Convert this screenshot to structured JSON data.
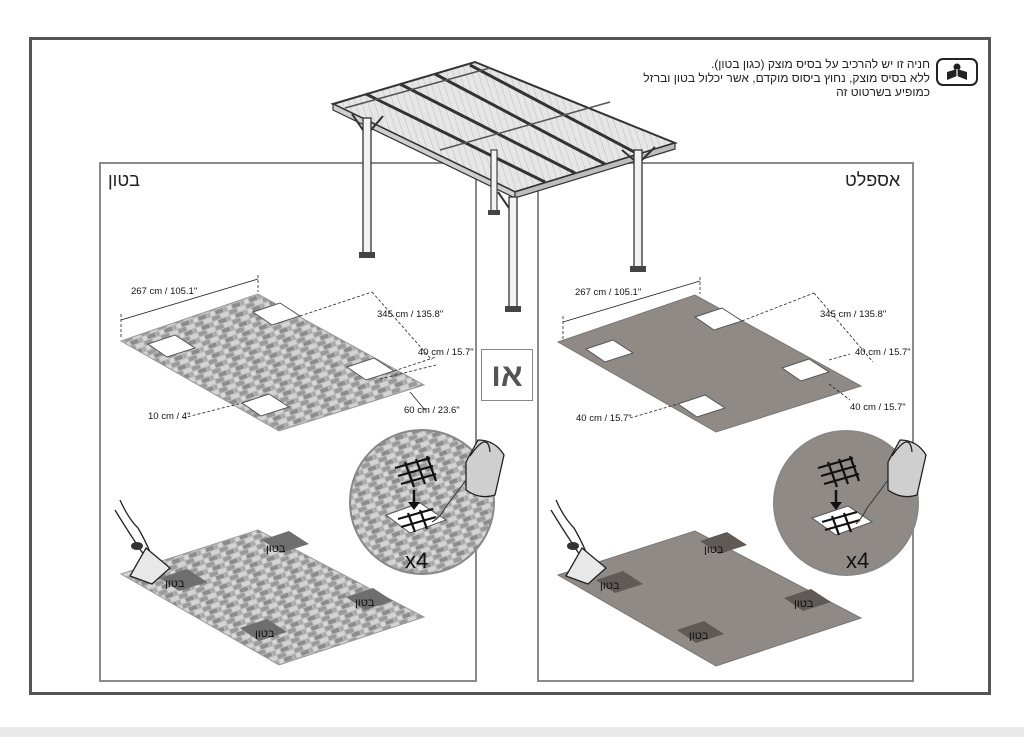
{
  "note": {
    "line1": "חניה זו יש להרכיב על בסיס מוצק (כגון בטון).",
    "line2": "ללא בסיס מוצק, נחוץ ביסוס מוקדם, אשר יכלול בטון וברזל",
    "line3": "כמופיע בשרטוט זה",
    "icon": "reading-person-icon"
  },
  "or_label": "או",
  "left_panel": {
    "title": "בטון",
    "dims": {
      "width": "267 cm / 105.1\"",
      "length": "345 cm / 135.8\"",
      "hole_short": "40 cm / 15.7\"",
      "hole_long": "60 cm / 23.6\"",
      "depth": "10 cm / 4\""
    },
    "fill_labels": [
      "בטון",
      "בטון",
      "בטון",
      "בטון"
    ],
    "multiplier": "x4"
  },
  "right_panel": {
    "title": "אספלט",
    "dims": {
      "width": "267 cm / 105.1\"",
      "length": "345 cm / 135.8\"",
      "hole_a": "40 cm / 15.7\"",
      "hole_b": "40 cm / 15.7\"",
      "hole_c": "40 cm / 15.7\""
    },
    "fill_labels": [
      "בטון",
      "בטון",
      "בטון",
      "בטון"
    ],
    "multiplier": "x4"
  }
}
